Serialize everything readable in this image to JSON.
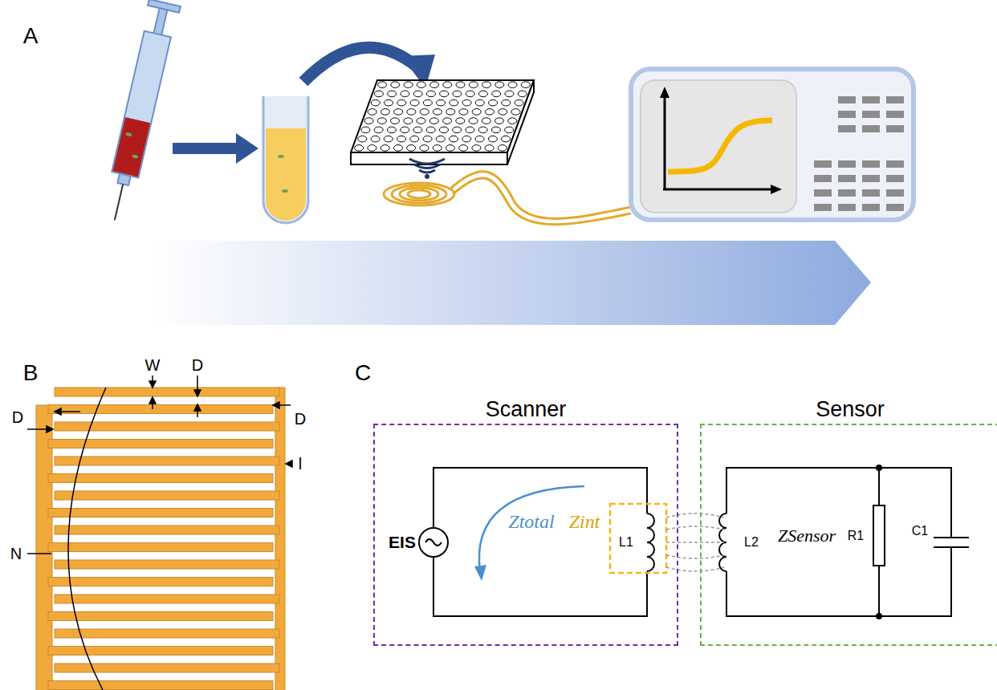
{
  "diagram": {
    "nodes": [
      {
        "text": [
          "Scanner"
        ]
      },
      {
        "text": [
          "Sensor"
        ]
      }
    ],
    "labels": [
      "A",
      "B",
      "W",
      "D",
      "D",
      "D",
      "l",
      "N",
      "C",
      "EIS",
      "Ztotal",
      "Zint",
      "L1",
      "L2",
      "ZSensor",
      "R1",
      "C1"
    ]
  }
}
